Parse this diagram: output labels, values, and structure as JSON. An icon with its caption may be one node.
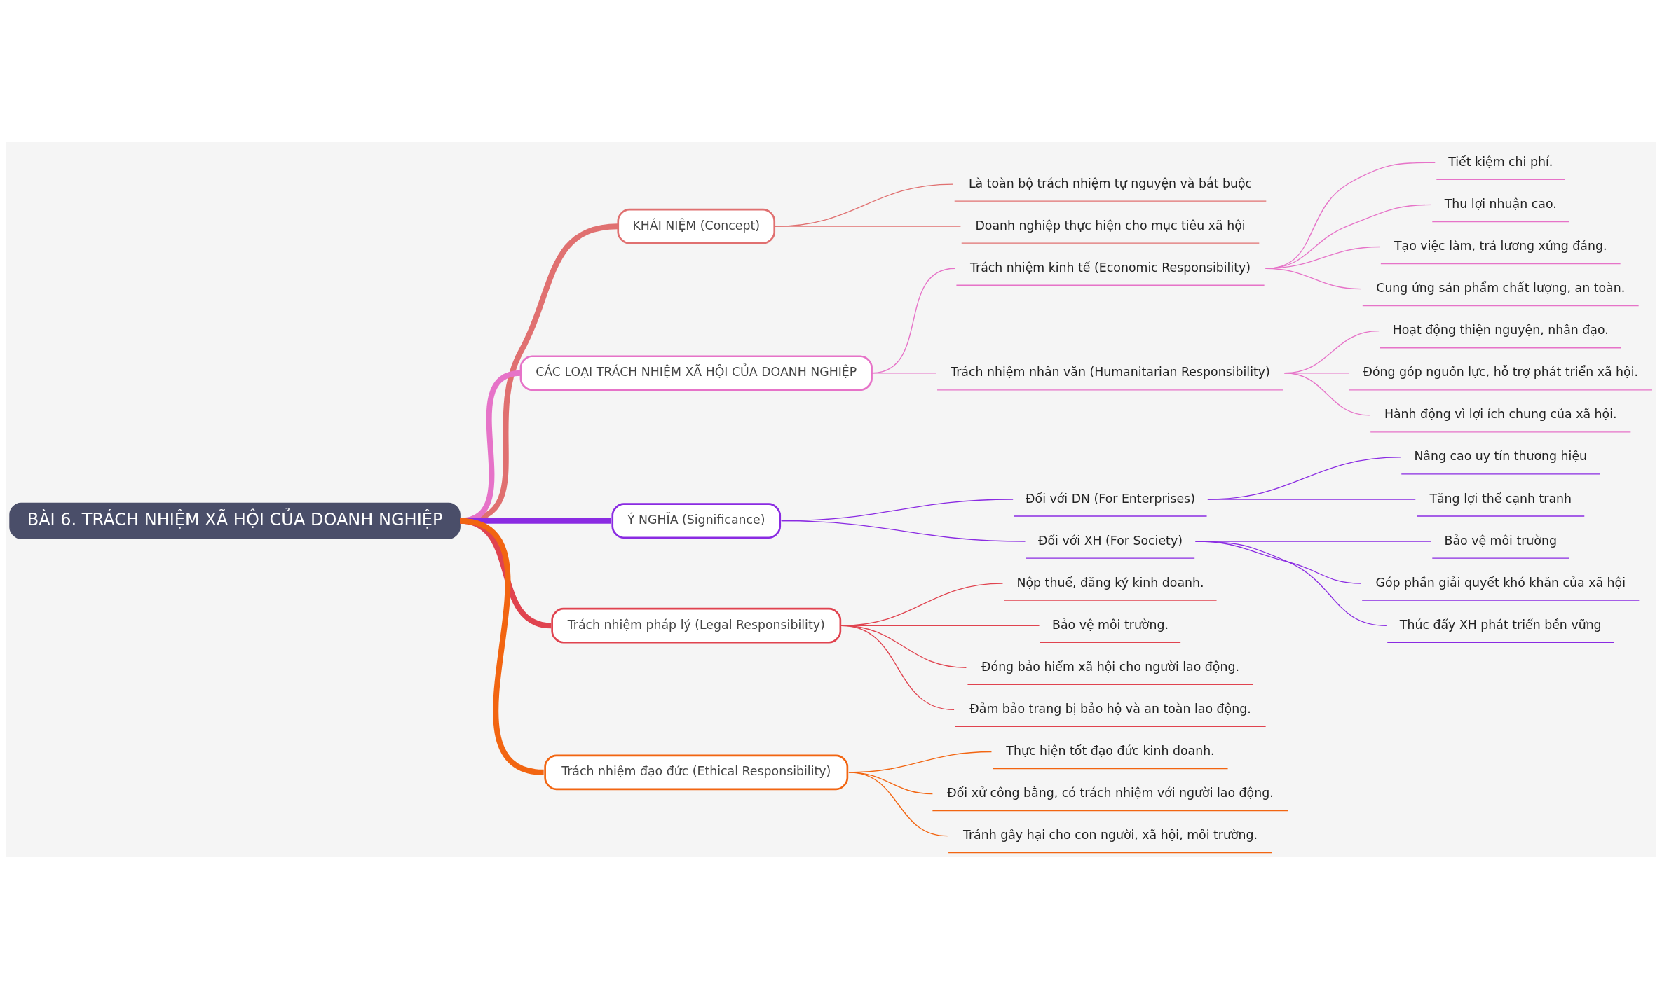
{
  "diagram": {
    "nodes": [
      {
        "text": [
          "BÀI 6. TRÁCH NHIỆM XÃ HỘI CỦA DOANH NGHIỆP"
        ]
      },
      {
        "text": [
          "KHÁI NIỆM (Concept)"
        ]
      },
      {
        "text": [
          "Là toàn bộ trách nhiệm tự nguyện và bắt buộc"
        ]
      },
      {
        "text": [
          "Doanh nghiệp thực hiện cho mục tiêu xã hội"
        ]
      },
      {
        "text": [
          "CÁC LOẠI TRÁCH NHIỆM XÃ HỘI CỦA DOANH NGHIỆP"
        ]
      },
      {
        "text": [
          "Trách nhiệm kinh tế (Economic Responsibility)"
        ]
      },
      {
        "text": [
          "Tiết kiệm chi phí."
        ]
      },
      {
        "text": [
          "Thu lợi nhuận cao."
        ]
      },
      {
        "text": [
          "Tạo việc làm, trả lương xứng đáng."
        ]
      },
      {
        "text": [
          "Cung ứng sản phẩm chất lượng, an toàn."
        ]
      },
      {
        "text": [
          "Trách nhiệm nhân văn (Humanitarian Responsibility)"
        ]
      },
      {
        "text": [
          "Hoạt động thiện nguyện, nhân đạo."
        ]
      },
      {
        "text": [
          "Đóng góp nguồn lực, hỗ trợ phát triển xã hội."
        ]
      },
      {
        "text": [
          "Hành động vì lợi ích chung của xã hội."
        ]
      },
      {
        "text": [
          "Ý NGHĨA (Significance)"
        ]
      },
      {
        "text": [
          "Đối với DN (For Enterprises)"
        ]
      },
      {
        "text": [
          "Nâng cao uy tín thương hiệu"
        ]
      },
      {
        "text": [
          "Tăng lợi thế cạnh tranh"
        ]
      },
      {
        "text": [
          "Đối với XH (For Society)"
        ]
      },
      {
        "text": [
          "Bảo vệ môi trường"
        ]
      },
      {
        "text": [
          "Góp phần giải quyết khó khăn của xã hội"
        ]
      },
      {
        "text": [
          "Thúc đẩy XH phát triển bền vững"
        ]
      },
      {
        "text": [
          "Trách nhiệm pháp lý (Legal Responsibility)"
        ]
      },
      {
        "text": [
          "Nộp thuế, đăng ký kinh doanh."
        ]
      },
      {
        "text": [
          "Bảo vệ môi trường."
        ]
      },
      {
        "text": [
          "Đóng bảo hiểm xã hội cho người lao động."
        ]
      },
      {
        "text": [
          "Đảm bảo trang bị bảo hộ và an toàn lao động."
        ]
      },
      {
        "text": [
          "Trách nhiệm đạo đức (Ethical Responsibility)"
        ]
      },
      {
        "text": [
          "Thực hiện tốt đạo đức kinh doanh."
        ]
      },
      {
        "text": [
          "Đối xử công bằng, có trách nhiệm với người lao động."
        ]
      },
      {
        "text": [
          "Tránh gây hại cho con người, xã hội, môi trường."
        ]
      }
    ],
    "edges": [
      {
        "from": 0,
        "to": 1,
        "arrow": "none",
        "style": "thick",
        "color": "#e07070"
      },
      {
        "from": 1,
        "to": 2,
        "arrow": "none",
        "color": "#e07070"
      },
      {
        "from": 1,
        "to": 3,
        "arrow": "none",
        "color": "#e07070"
      },
      {
        "from": 0,
        "to": 4,
        "arrow": "none",
        "style": "thick",
        "color": "#e673c8"
      },
      {
        "from": 4,
        "to": 5,
        "arrow": "none",
        "color": "#e673c8"
      },
      {
        "from": 5,
        "to": 6,
        "arrow": "none",
        "color": "#e673c8"
      },
      {
        "from": 5,
        "to": 7,
        "arrow": "none",
        "color": "#e673c8"
      },
      {
        "from": 5,
        "to": 8,
        "arrow": "none",
        "color": "#e673c8"
      },
      {
        "from": 5,
        "to": 9,
        "arrow": "none",
        "color": "#e673c8"
      },
      {
        "from": 4,
        "to": 10,
        "arrow": "none",
        "color": "#e673c8"
      },
      {
        "from": 10,
        "to": 11,
        "arrow": "none",
        "color": "#e673c8"
      },
      {
        "from": 10,
        "to": 12,
        "arrow": "none",
        "color": "#e673c8"
      },
      {
        "from": 10,
        "to": 13,
        "arrow": "none",
        "color": "#e673c8"
      },
      {
        "from": 0,
        "to": 14,
        "arrow": "none",
        "style": "thick",
        "color": "#8a2be2"
      },
      {
        "from": 14,
        "to": 15,
        "arrow": "none",
        "color": "#8a2be2"
      },
      {
        "from": 15,
        "to": 16,
        "arrow": "none",
        "color": "#8a2be2"
      },
      {
        "from": 15,
        "to": 17,
        "arrow": "none",
        "color": "#8a2be2"
      },
      {
        "from": 14,
        "to": 18,
        "arrow": "none",
        "color": "#8a2be2"
      },
      {
        "from": 18,
        "to": 19,
        "arrow": "none",
        "color": "#8a2be2"
      },
      {
        "from": 18,
        "to": 20,
        "arrow": "none",
        "color": "#8a2be2"
      },
      {
        "from": 18,
        "to": 21,
        "arrow": "none",
        "color": "#8a2be2"
      },
      {
        "from": 0,
        "to": 22,
        "arrow": "none",
        "style": "thick",
        "color": "#e0434f"
      },
      {
        "from": 22,
        "to": 23,
        "arrow": "none",
        "color": "#e0434f"
      },
      {
        "from": 22,
        "to": 24,
        "arrow": "none",
        "color": "#e0434f"
      },
      {
        "from": 22,
        "to": 25,
        "arrow": "none",
        "color": "#e0434f"
      },
      {
        "from": 22,
        "to": 26,
        "arrow": "none",
        "color": "#e0434f"
      },
      {
        "from": 0,
        "to": 27,
        "arrow": "none",
        "style": "thick",
        "color": "#f26511"
      },
      {
        "from": 27,
        "to": 28,
        "arrow": "none",
        "color": "#f26511"
      },
      {
        "from": 27,
        "to": 29,
        "arrow": "none",
        "color": "#f26511"
      },
      {
        "from": 27,
        "to": 30,
        "arrow": "none",
        "color": "#f26511"
      }
    ]
  }
}
